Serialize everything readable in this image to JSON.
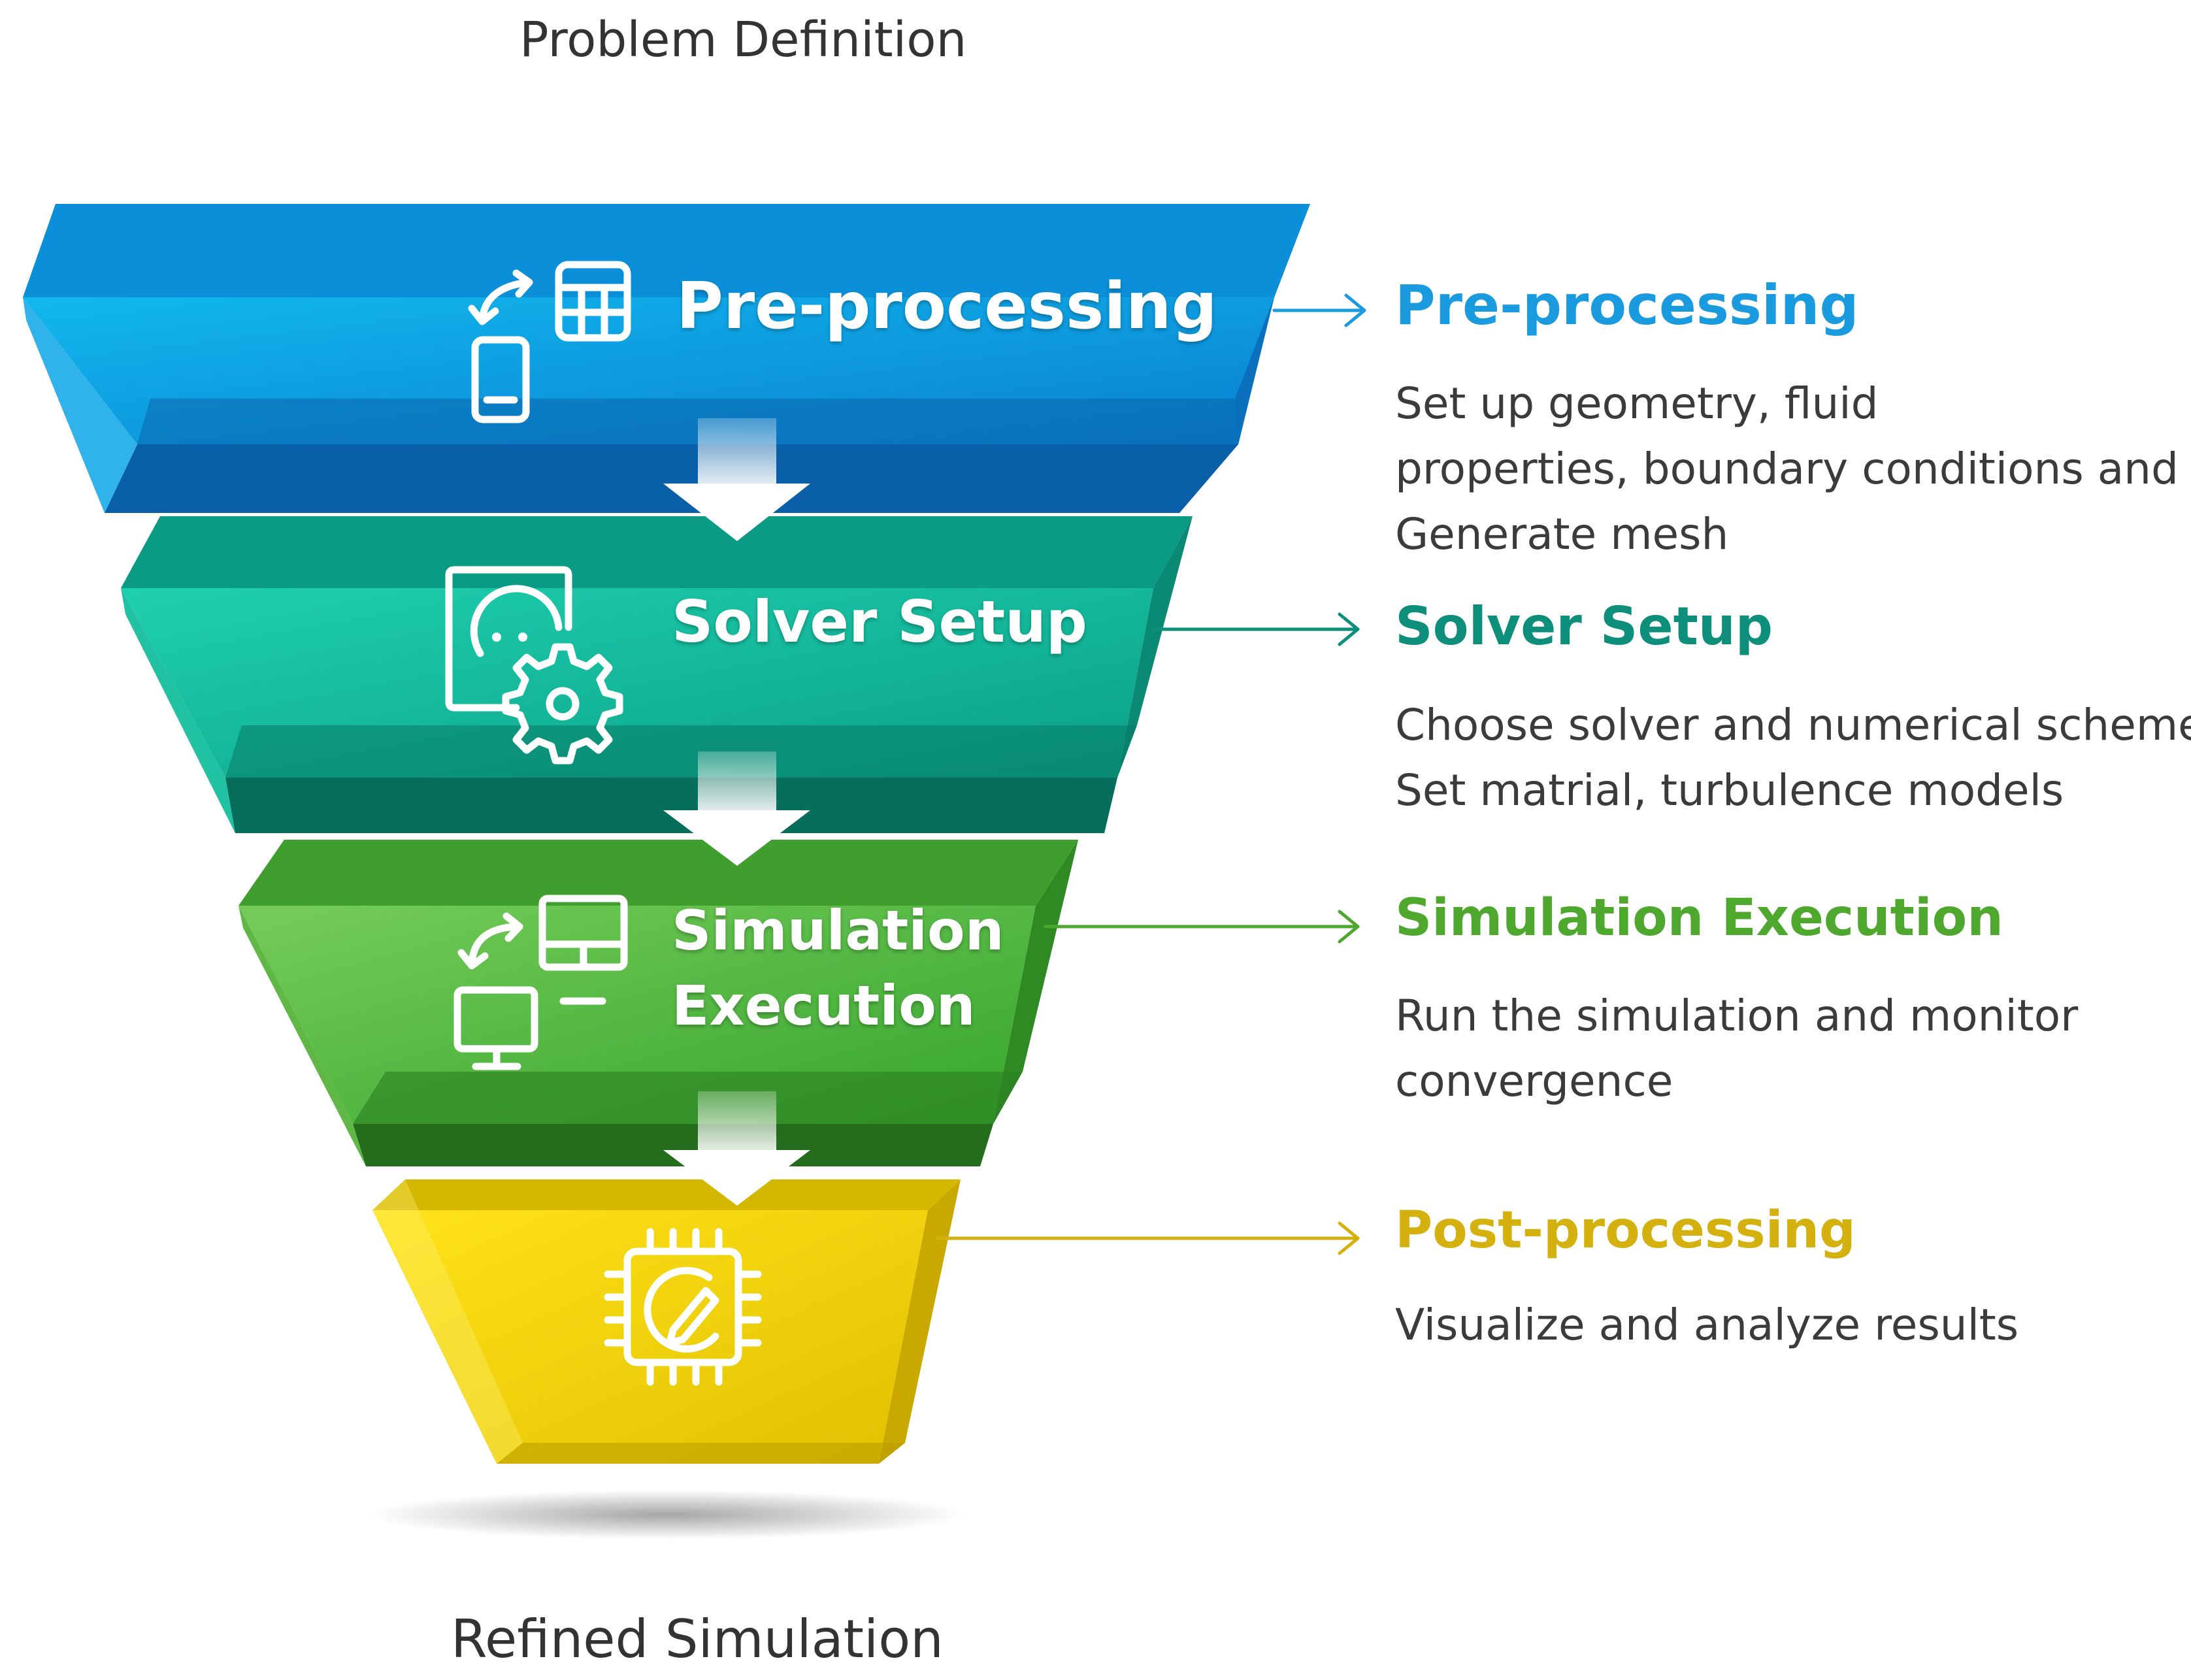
{
  "header": {
    "top_label": "Problem Definition"
  },
  "footer": {
    "bottom_label": "Refined Simulation"
  },
  "stages": [
    {
      "label_lines": [
        "Pre-processing"
      ],
      "title": "Pre-processing",
      "description_lines": [
        "Set up geometry, fluid",
        "properties, boundary conditions and",
        "Generate mesh"
      ],
      "color": "#0a9be0",
      "title_color": "#1a9bdf",
      "icon": "phone-sync-calculator-icon"
    },
    {
      "label_lines": [
        "Solver Setup"
      ],
      "title": "Solver Setup",
      "description_lines": [
        "Choose solver and numerical scheme,",
        "Set matrial, turbulence models"
      ],
      "color": "#12b39a",
      "title_color": "#0d8f7b",
      "icon": "monitor-gear-icon"
    },
    {
      "label_lines": [
        "Simulation",
        "Execution"
      ],
      "title": "Simulation Execution",
      "description_lines": [
        "Run the simulation and monitor",
        "convergence"
      ],
      "color": "#49b83c",
      "title_color": "#4ea82e",
      "icon": "computer-sync-icon"
    },
    {
      "label_lines": [],
      "title": "Post-processing",
      "description_lines": [
        "Visualize and analyze results"
      ],
      "color": "#e8d000",
      "title_color": "#d4b10f",
      "icon": "chip-chart-icon"
    }
  ]
}
